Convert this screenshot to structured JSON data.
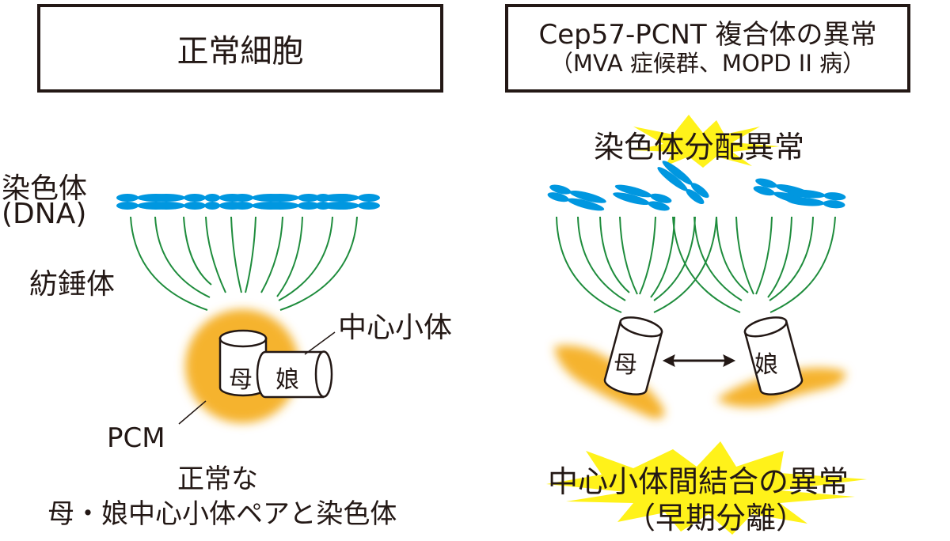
{
  "left_panel": {
    "title": "正常細胞",
    "labels": {
      "chromosome": "染色体",
      "dna": "(DNA)",
      "spindle": "紡錘体",
      "centriole": "中心小体",
      "pcm": "PCM",
      "mother": "母",
      "daughter": "娘"
    },
    "caption_line1": "正常な",
    "caption_line2": "母・娘中心小体ペアと染色体"
  },
  "right_panel": {
    "title_line1": "Cep57-PCNT 複合体の異常",
    "title_line2": "（MVA 症候群、MOPD II 病）",
    "top_callout": "染色体分配異常",
    "labels": {
      "mother": "母",
      "daughter": "娘"
    },
    "bottom_callout_line1": "中心小体間結合の異常",
    "bottom_callout_line2": "（早期分離）"
  },
  "colors": {
    "chromosome": "#0097e0",
    "spindle": "#1e8c3c",
    "pcm": "#f5b32e",
    "burst": "#fff21a",
    "ink": "#231815"
  }
}
